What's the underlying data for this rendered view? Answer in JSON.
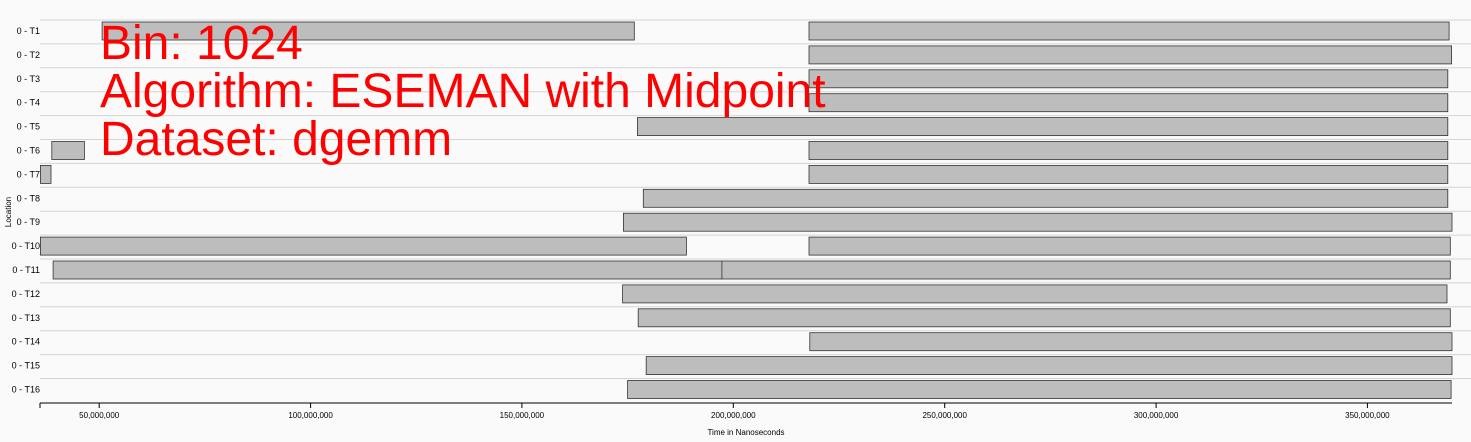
{
  "overlay": {
    "bin": "Bin: 1024",
    "algorithm": "Algorithm: ESEMAN with Midpoint",
    "dataset": "Dataset: dgemm"
  },
  "colors": {
    "bar": "#bdbdbd",
    "overlay_text": "#ff0000"
  },
  "chart_data": {
    "type": "timeline",
    "xlabel": "Time in Nanoseconds",
    "ylabel": "Location",
    "xlim": [
      36000000,
      370000000
    ],
    "x_ticks": [
      50000000,
      100000000,
      150000000,
      200000000,
      250000000,
      300000000,
      350000000
    ],
    "x_tick_labels": [
      "50,000,000",
      "100,000,000",
      "150,000,000",
      "200,000,000",
      "250,000,000",
      "300,000,000",
      "350,000,000"
    ],
    "grid": "horizontal",
    "rows": [
      {
        "label": "0 - T1",
        "intervals": [
          [
            50700000,
            176600000
          ],
          [
            217900000,
            369300000
          ]
        ]
      },
      {
        "label": "0 - T2",
        "intervals": [
          [
            217900000,
            369900000
          ]
        ]
      },
      {
        "label": "0 - T3",
        "intervals": [
          [
            217900000,
            369000000
          ]
        ]
      },
      {
        "label": "0 - T4",
        "intervals": [
          [
            217900000,
            369000000
          ]
        ]
      },
      {
        "label": "0 - T5",
        "intervals": [
          [
            177300000,
            369000000
          ]
        ]
      },
      {
        "label": "0 - T6",
        "intervals": [
          [
            38800000,
            46500000
          ],
          [
            217900000,
            369000000
          ]
        ]
      },
      {
        "label": "0 - T7",
        "intervals": [
          [
            36100000,
            38600000
          ],
          [
            217900000,
            369000000
          ]
        ]
      },
      {
        "label": "0 - T8",
        "intervals": [
          [
            178700000,
            369000000
          ]
        ]
      },
      {
        "label": "0 - T9",
        "intervals": [
          [
            174000000,
            370000000
          ]
        ]
      },
      {
        "label": "0 - T10",
        "intervals": [
          [
            36100000,
            188900000
          ],
          [
            217900000,
            369600000
          ]
        ]
      },
      {
        "label": "0 - T11",
        "intervals": [
          [
            39100000,
            197300000
          ],
          [
            197300000,
            369600000
          ]
        ]
      },
      {
        "label": "0 - T12",
        "intervals": [
          [
            173800000,
            368800000
          ]
        ]
      },
      {
        "label": "0 - T13",
        "intervals": [
          [
            177500000,
            369600000
          ]
        ]
      },
      {
        "label": "0 - T14",
        "intervals": [
          [
            218100000,
            370000000
          ]
        ]
      },
      {
        "label": "0 - T15",
        "intervals": [
          [
            179400000,
            370000000
          ]
        ]
      },
      {
        "label": "0 - T16",
        "intervals": [
          [
            175000000,
            369800000
          ]
        ]
      }
    ]
  }
}
